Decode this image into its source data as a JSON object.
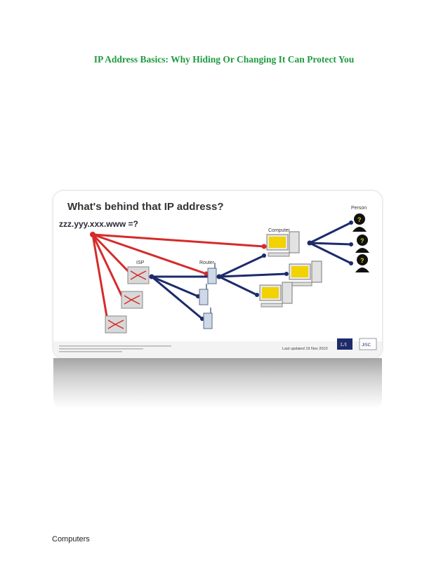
{
  "document": {
    "title": "IP Address Basics: Why Hiding Or Changing It Can Protect You",
    "footer_category": "Computers"
  },
  "diagram": {
    "heading": "What's behind that IP address?",
    "ip_placeholder": "zzz.yyy.xxx.www =?",
    "labels": {
      "isp": "ISP",
      "router": "Router",
      "computer": "Computer",
      "person": "Person"
    },
    "updated_note": "Last updated 19 Nov 2010",
    "logo_left": "L/I",
    "logo_right": "JISC",
    "colors": {
      "red_links": "#d62b2b",
      "blue_links": "#1d2b6b",
      "screen_yellow": "#f2d200",
      "title_green": "#1f9a3f"
    }
  }
}
